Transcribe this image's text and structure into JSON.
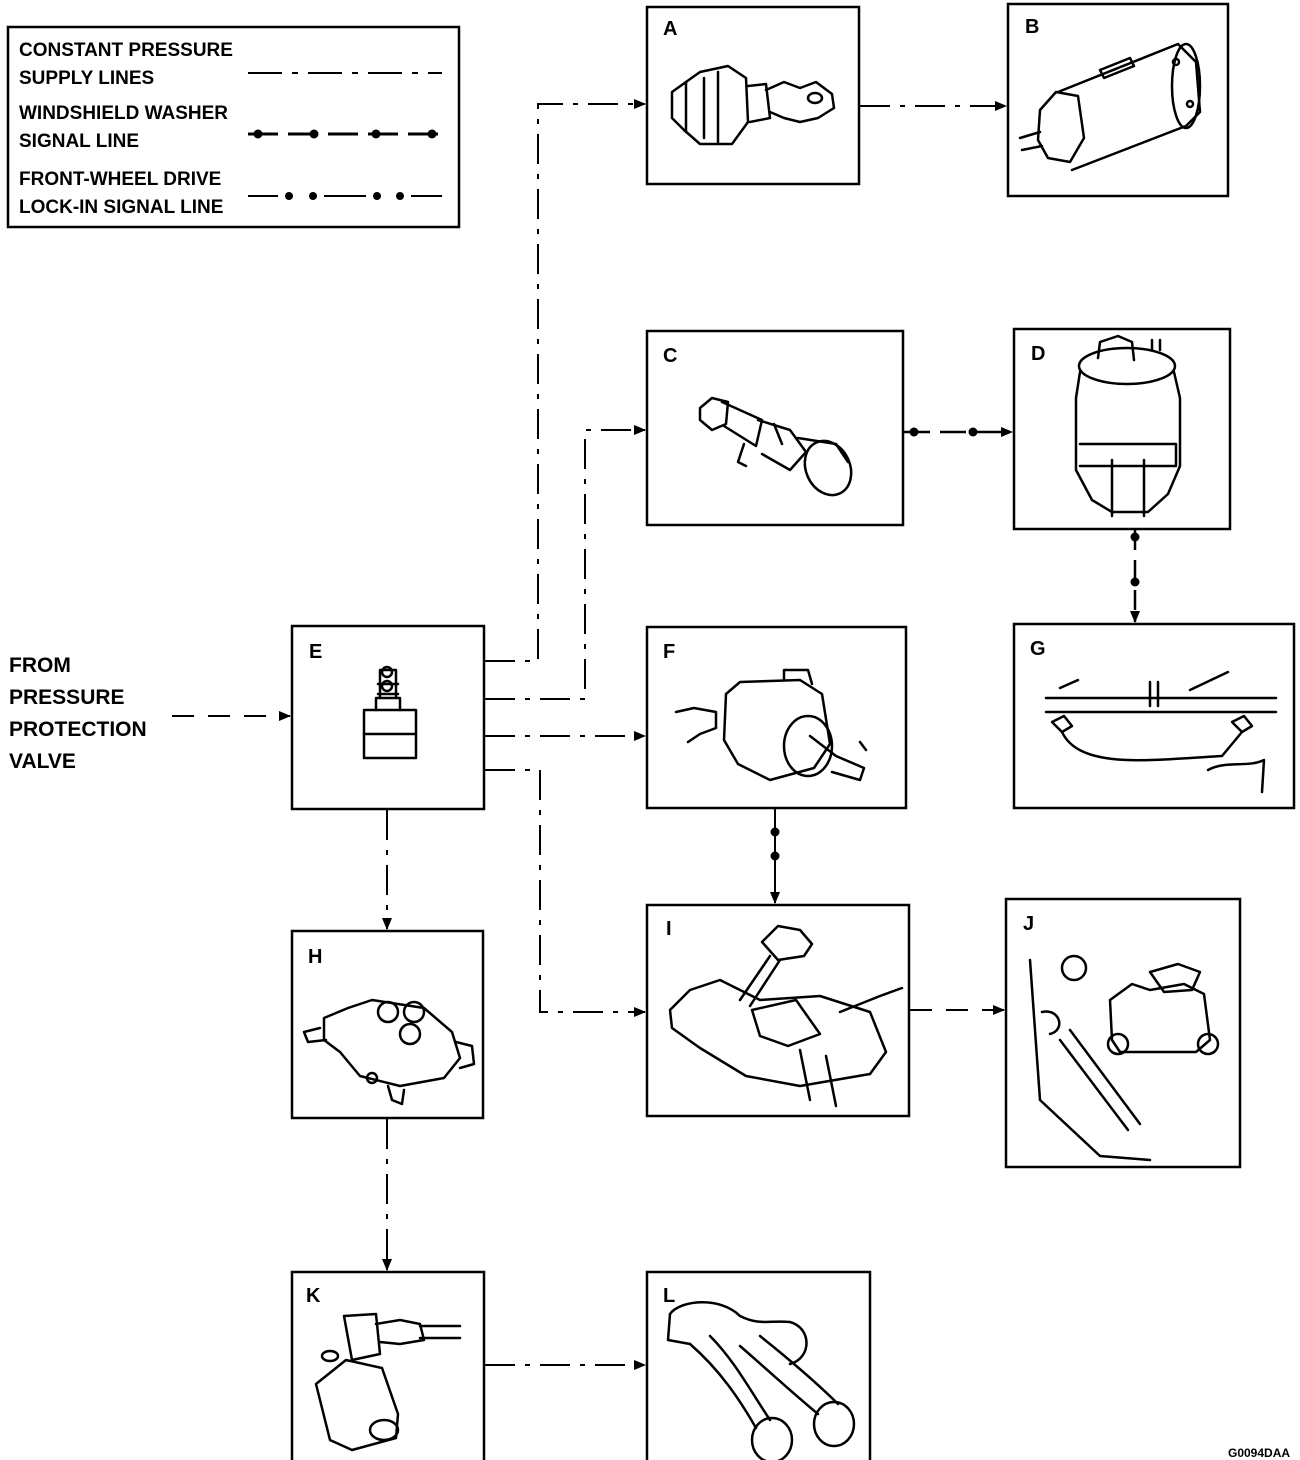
{
  "legend": {
    "items": [
      {
        "line1": "CONSTANT PRESSURE",
        "line2": "SUPPLY LINES",
        "style": "dash-dot"
      },
      {
        "line1": "WINDSHIELD WASHER",
        "line2": "SIGNAL LINE",
        "style": "dash-dotted-bullet"
      },
      {
        "line1": "FRONT-WHEEL DRIVE",
        "line2": "LOCK-IN SIGNAL LINE",
        "style": "solid-double-dot"
      }
    ]
  },
  "source_label": {
    "line1": "FROM",
    "line2": "PRESSURE",
    "line3": "PROTECTION",
    "line4": "VALVE"
  },
  "boxes": {
    "A": {
      "letter": "A"
    },
    "B": {
      "letter": "B"
    },
    "C": {
      "letter": "C"
    },
    "D": {
      "letter": "D"
    },
    "E": {
      "letter": "E"
    },
    "F": {
      "letter": "F"
    },
    "G": {
      "letter": "G"
    },
    "H": {
      "letter": "H"
    },
    "I": {
      "letter": "I"
    },
    "J": {
      "letter": "J"
    },
    "K": {
      "letter": "K"
    },
    "L": {
      "letter": "L"
    }
  },
  "figure_code": "G0094DAA",
  "colors": {
    "ink": "#000000",
    "paper": "#ffffff"
  }
}
